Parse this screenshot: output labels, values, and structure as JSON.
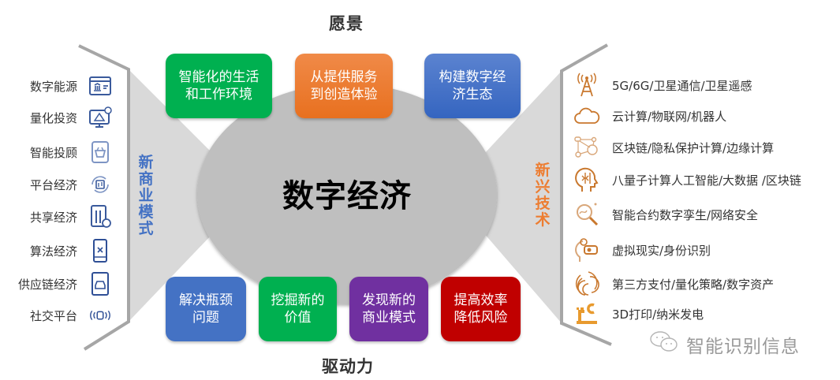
{
  "vision": {
    "title": "愿景",
    "boxes": [
      {
        "text": "智能化的生活\n和工作环境",
        "line1": "智能化的生活",
        "line2": "和工作环境",
        "color": "#00B050"
      },
      {
        "text": "从提供服务\n到创造体验",
        "line1": "从提供服务",
        "line2": "到创造体验",
        "color": "#ED7D31"
      },
      {
        "text": "构建数字经\n济生态",
        "line1": "构建数字经",
        "line2": "济生态",
        "color": "#4472C4"
      }
    ]
  },
  "center": {
    "title": "数字经济",
    "color": "#BFBFBF"
  },
  "drivers": {
    "title": "驱动力",
    "boxes": [
      {
        "line1": "解决瓶颈",
        "line2": "问题",
        "color": "#4472C4"
      },
      {
        "line1": "挖掘新的",
        "line2": "价值",
        "color": "#00B050"
      },
      {
        "line1": "发现新的",
        "line2": "商业模式",
        "color": "#7030A0"
      },
      {
        "line1": "提高效率",
        "line2": "降低风险",
        "color": "#C00000"
      }
    ]
  },
  "business_models": {
    "label": "新商业模式",
    "label_chars": [
      "新",
      "商",
      "业",
      "模",
      "式"
    ],
    "label_color": "#4472C4",
    "icon_color": "#3A5A9C",
    "items": [
      {
        "label": "数字能源",
        "icon": "bank-browser-icon"
      },
      {
        "label": "量化投资",
        "icon": "monitor-investment-icon"
      },
      {
        "label": "智能投顾",
        "icon": "tablet-basket-icon"
      },
      {
        "label": "平台经济",
        "icon": "exchange-cycle-icon"
      },
      {
        "label": "共享经济",
        "icon": "shared-device-icon"
      },
      {
        "label": "算法经济",
        "icon": "phone-x-icon"
      },
      {
        "label": "供应链经济",
        "icon": "phone-car-icon"
      },
      {
        "label": "社交平台",
        "icon": "broadcast-signal-icon"
      }
    ]
  },
  "emerging_tech": {
    "label": "新兴技术",
    "label_chars": [
      "新",
      "兴",
      "技",
      "术"
    ],
    "label_color": "#ED7D31",
    "icon_color": "#D9822B",
    "items": [
      {
        "label": "5G/6G/卫星通信/卫星遥感",
        "icon": "antenna-tower-icon"
      },
      {
        "label": "云计算/物联网/机器人",
        "icon": "cloud-icon"
      },
      {
        "label": "区块链/隐私保护计算/边缘计算",
        "icon": "network-nodes-icon"
      },
      {
        "label": "八量子计算人工智能/大数据 /区块链",
        "icon": "ai-head-icon"
      },
      {
        "label": "智能合约数字孪生/网络安全",
        "icon": "magnifier-analysis-icon"
      },
      {
        "label": "虚拟现实/身份识别",
        "icon": "vr-headset-icon"
      },
      {
        "label": "第三方支付/量化策略/数字资产",
        "icon": "fingerprint-icon"
      },
      {
        "label": "3D打印/纳米发电",
        "icon": "robot-arm-icon"
      }
    ]
  },
  "watermark": {
    "text": "智能识别信息",
    "icon": "wechat-icon"
  }
}
